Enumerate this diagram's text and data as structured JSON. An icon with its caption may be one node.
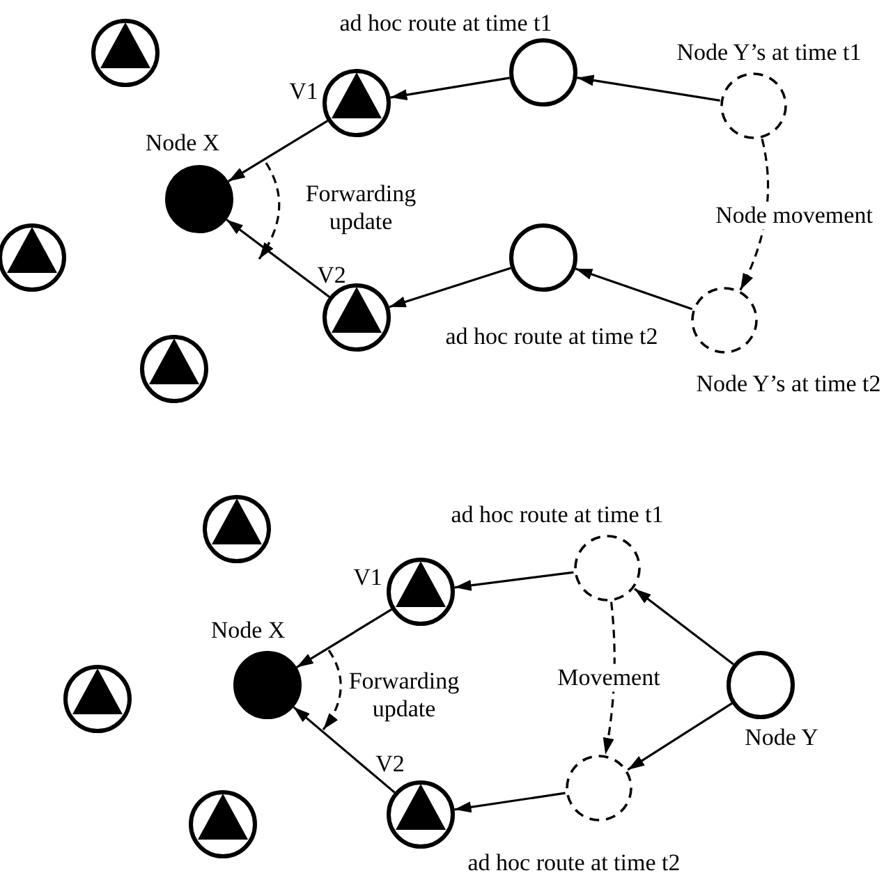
{
  "diagram": {
    "nodes": [
      {
        "text": [],
        "shape": "triangle"
      },
      {
        "text": [],
        "shape": "circle"
      },
      {
        "text": [],
        "shape": "dashed-circle",
        "beside": [
          "Node Y’s at time t1"
        ]
      },
      {
        "text": [],
        "shape": "triangle",
        "beside": [
          "V1"
        ]
      },
      {
        "text": [],
        "shape": "dot",
        "beside": [
          "Node X"
        ]
      },
      {
        "text": [],
        "shape": "triangle"
      },
      {
        "text": [],
        "shape": "circle"
      },
      {
        "text": [],
        "shape": "triangle",
        "beside": [
          "V2"
        ]
      },
      {
        "text": [],
        "shape": "dashed-circle",
        "beside": [
          "Node Y’s at time t2"
        ]
      },
      {
        "text": [],
        "shape": "triangle"
      },
      {
        "text": [],
        "shape": "triangle"
      },
      {
        "text": [],
        "shape": "dashed-circle"
      },
      {
        "text": [],
        "shape": "triangle",
        "beside": [
          "V1"
        ]
      },
      {
        "text": [],
        "shape": "dot",
        "beside": [
          "Node X"
        ]
      },
      {
        "text": [],
        "shape": "circle",
        "beside": [
          "Node Y"
        ]
      },
      {
        "text": [],
        "shape": "triangle"
      },
      {
        "text": [],
        "shape": "dashed-circle"
      },
      {
        "text": [],
        "shape": "triangle",
        "beside": [
          "V2"
        ]
      },
      {
        "text": [],
        "shape": "triangle"
      }
    ],
    "edges": [
      {
        "from": 2,
        "to": 1,
        "arrow": "to"
      },
      {
        "from": 1,
        "to": 3,
        "arrow": "to"
      },
      {
        "from": 3,
        "to": 4,
        "arrow": "to"
      },
      {
        "from": 2,
        "to": 8,
        "arrow": "to",
        "style": "dashed",
        "label": "Node movement"
      },
      {
        "from": 8,
        "to": 6,
        "arrow": "to"
      },
      {
        "from": 6,
        "to": 7,
        "arrow": "to"
      },
      {
        "from": 7,
        "to": 4,
        "arrow": "to"
      },
      {
        "from": 14,
        "to": 11,
        "arrow": "to"
      },
      {
        "from": 11,
        "to": 12,
        "arrow": "to"
      },
      {
        "from": 12,
        "to": 13,
        "arrow": "to"
      },
      {
        "from": 11,
        "to": 16,
        "arrow": "to",
        "style": "dashed",
        "label": "Movement"
      },
      {
        "from": 14,
        "to": 16,
        "arrow": "to"
      },
      {
        "from": 16,
        "to": 17,
        "arrow": "to"
      },
      {
        "from": 17,
        "to": 13,
        "arrow": "to"
      }
    ],
    "labels": [
      "ad hoc route at time t1",
      "Forwarding update",
      "ad hoc route at time t2",
      "ad hoc route at time t1",
      "Forwarding update",
      "ad hoc route at time t2"
    ]
  }
}
